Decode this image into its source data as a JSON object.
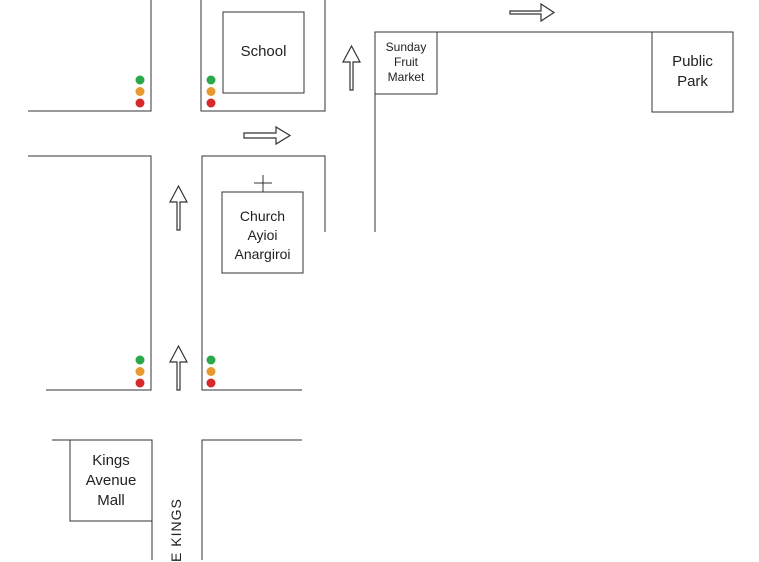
{
  "colors": {
    "light_green": "#2aa84a",
    "light_amber": "#e69a2e",
    "light_red": "#d42a2a"
  },
  "places": {
    "school": "School",
    "market": "Sunday\nFruit\nMarket",
    "park": "Public\nPark",
    "church": "Church\nAyioi\nAnargiroi",
    "mall": "Kings\nAvenue\nMall"
  },
  "street": {
    "label": "E KINGS"
  },
  "icons": {
    "church_symbol": "cross-icon",
    "directions": "arrow-icon",
    "signals": "traffic-light-icon"
  }
}
